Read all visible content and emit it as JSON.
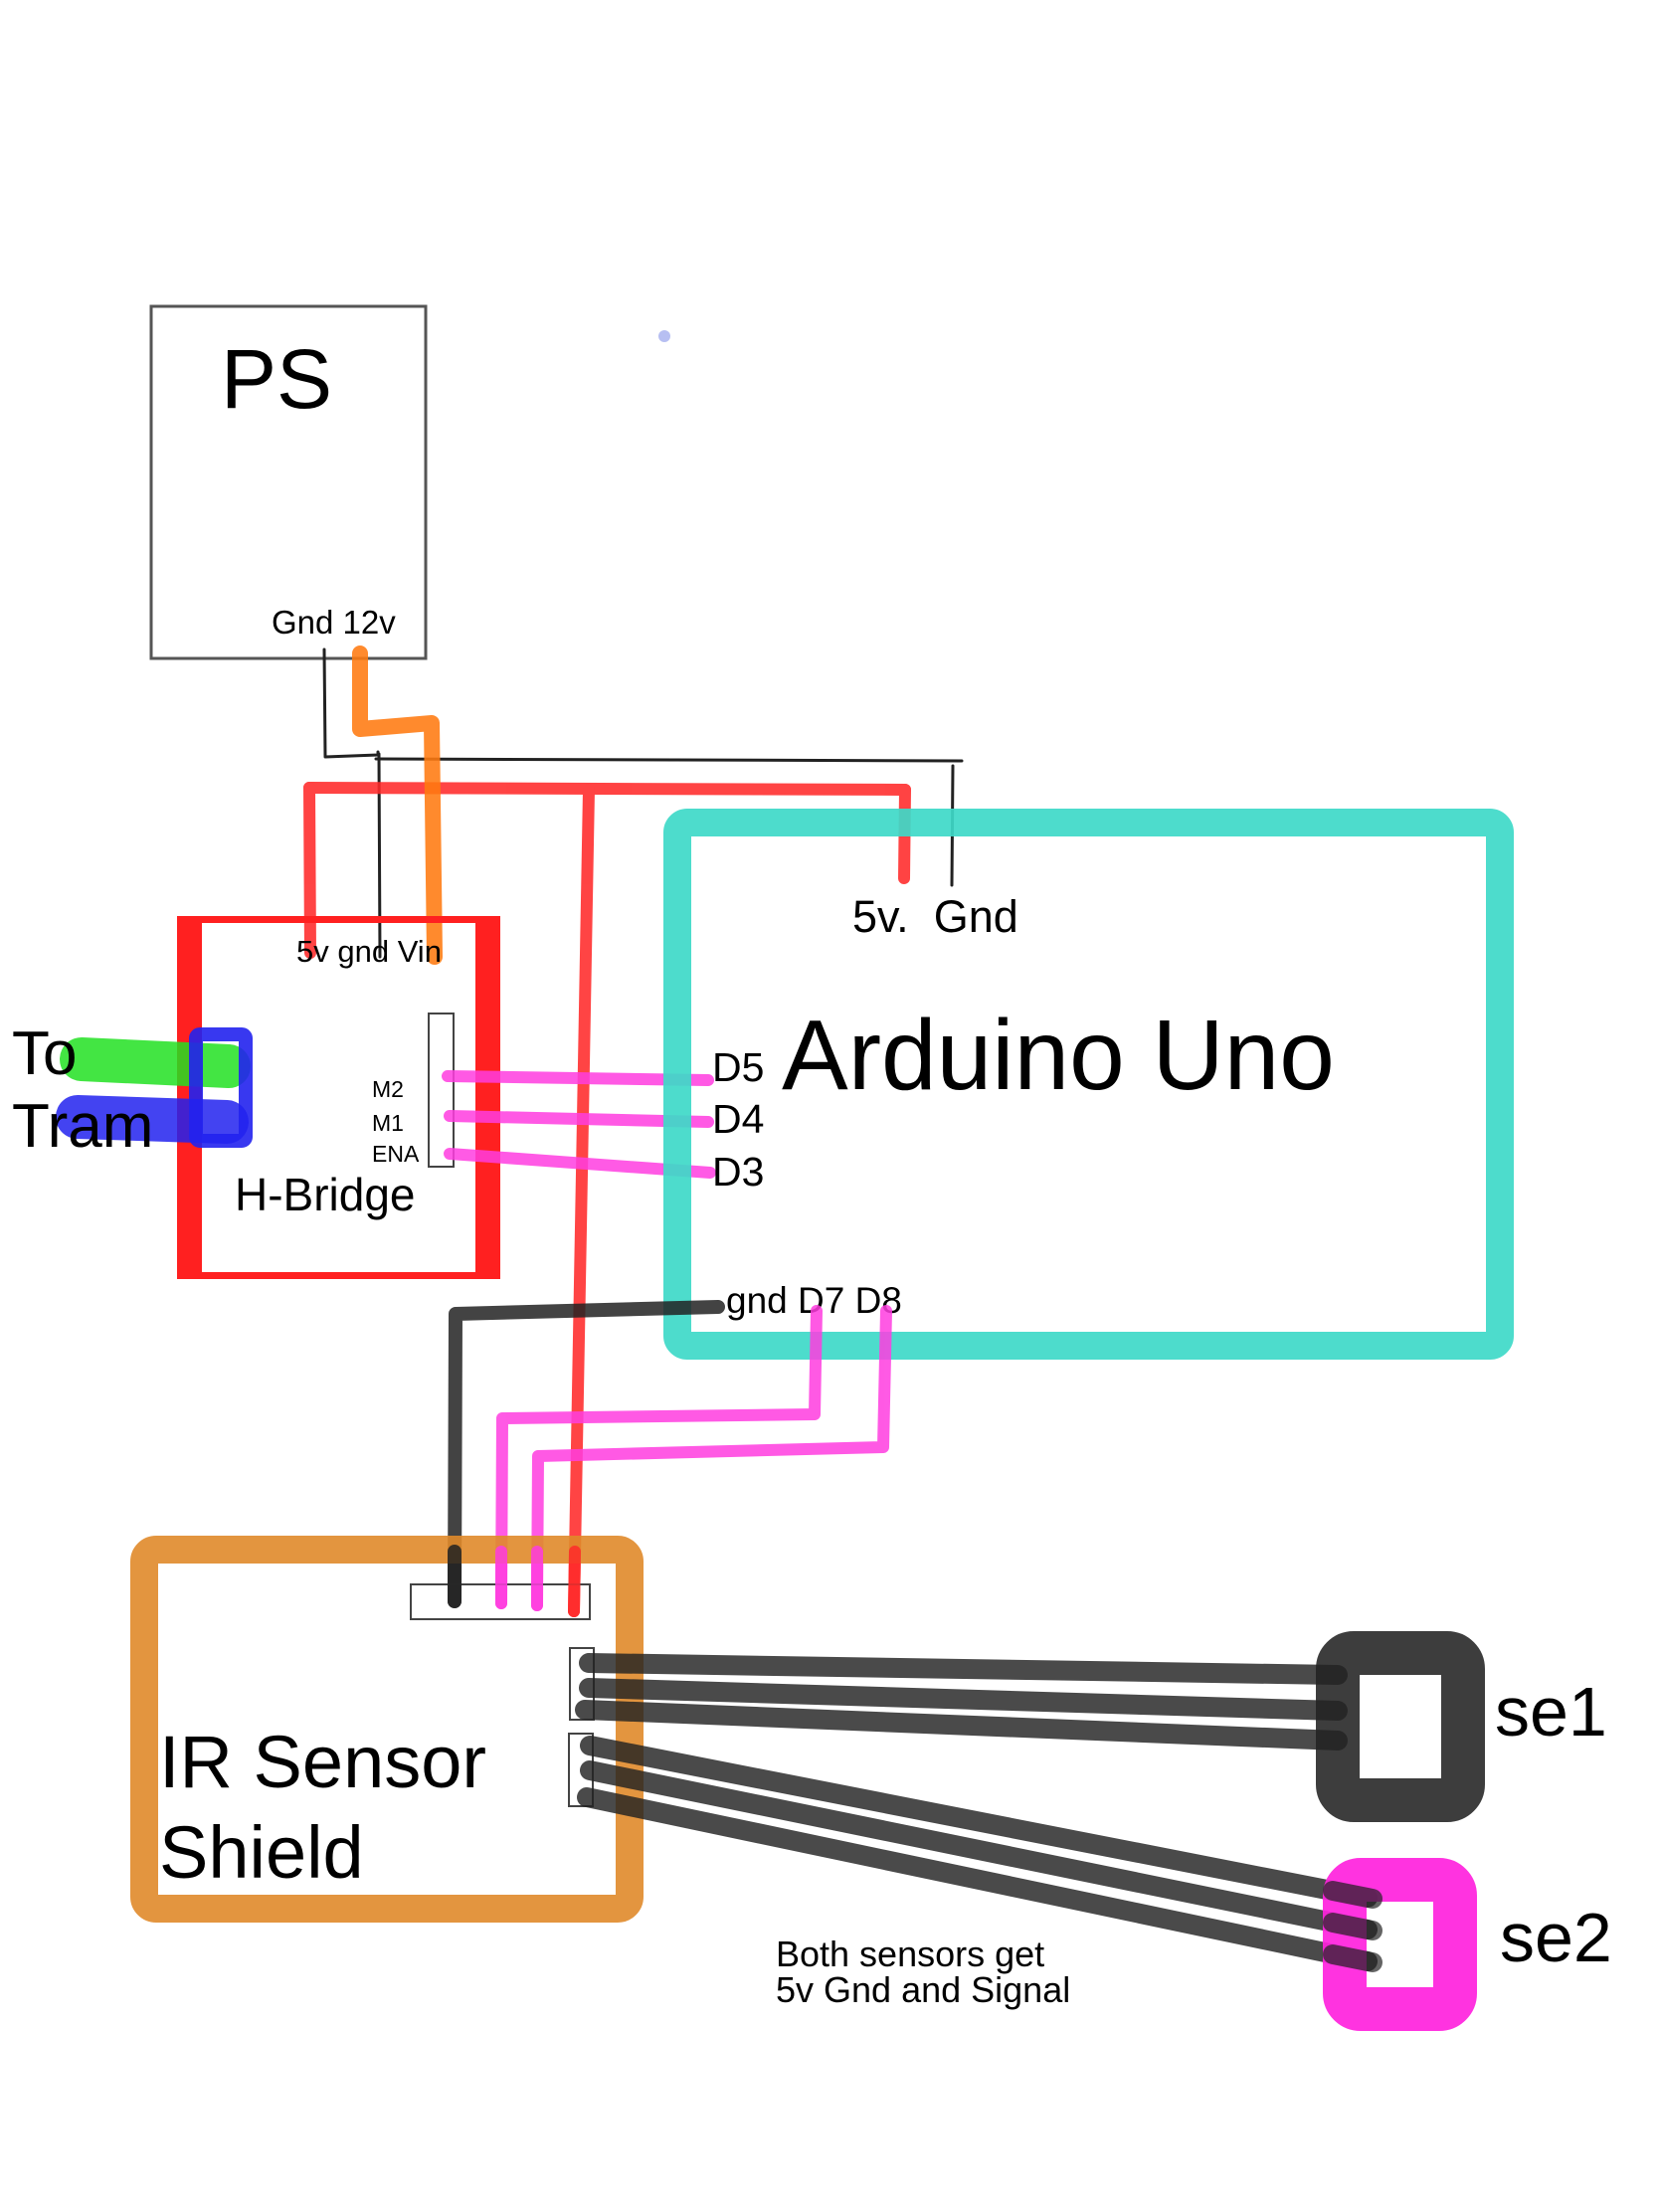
{
  "diagram": {
    "title": "Tram controller wiring sketch",
    "colors": {
      "background": "#ffffff",
      "ps_outline": "#555555",
      "hbridge_outline": "#ff2020",
      "arduino_outline": "#3ed9c8",
      "ir_shield_outline": "#e08a2a",
      "se1_outline": "#222222",
      "se2_outline": "#ff22dd",
      "wire_red": "#ff2a2a",
      "wire_orange": "#ff7a10",
      "wire_black": "#222222",
      "wire_pink": "#ff3de0",
      "tram_green": "#22e022",
      "tram_blue": "#2222ee",
      "stray_dot": "#aab4f0"
    },
    "components": {
      "power_supply": {
        "label": "PS",
        "pins_label": "Gnd 12v"
      },
      "h_bridge": {
        "label": "H-Bridge",
        "power_pins_label": "5v gnd Vin",
        "control_pins": [
          "M2",
          "M1",
          "ENA"
        ]
      },
      "arduino": {
        "label": "Arduino Uno",
        "power_pins_label": "5v.  Gnd",
        "digital_pins_left": [
          "D5",
          "D4",
          "D3"
        ],
        "bottom_pins_label": "gnd D7 D8"
      },
      "ir_shield": {
        "label_line1": "IR Sensor",
        "label_line2": "Shield"
      },
      "sensor1": {
        "label": "se1"
      },
      "sensor2": {
        "label": "se2"
      },
      "tram": {
        "label_line1": "To",
        "label_line2": "Tram"
      }
    },
    "note": {
      "line1": "Both sensors get",
      "line2": "5v Gnd and Signal"
    },
    "connections": [
      {
        "from": "PS 12v",
        "to": "H-Bridge Vin",
        "color": "orange"
      },
      {
        "from": "PS Gnd",
        "to": "H-Bridge gnd",
        "color": "black"
      },
      {
        "from": "PS Gnd",
        "to": "Arduino Gnd",
        "color": "black"
      },
      {
        "from": "Arduino 5v",
        "to": "H-Bridge 5v",
        "color": "red"
      },
      {
        "from": "Arduino 5v",
        "to": "IR Sensor Shield 5v",
        "color": "red"
      },
      {
        "from": "H-Bridge M2",
        "to": "Arduino D5",
        "color": "pink"
      },
      {
        "from": "H-Bridge M1",
        "to": "Arduino D4",
        "color": "pink"
      },
      {
        "from": "H-Bridge ENA",
        "to": "Arduino D3",
        "color": "pink"
      },
      {
        "from": "Arduino gnd",
        "to": "IR Sensor Shield gnd",
        "color": "black"
      },
      {
        "from": "Arduino D7",
        "to": "IR Sensor Shield",
        "color": "pink"
      },
      {
        "from": "Arduino D8",
        "to": "IR Sensor Shield",
        "color": "pink"
      },
      {
        "from": "IR Sensor Shield",
        "to": "se1",
        "color": "black",
        "count": 3
      },
      {
        "from": "IR Sensor Shield",
        "to": "se2",
        "color": "black",
        "count": 3
      },
      {
        "from": "H-Bridge",
        "to": "Tram",
        "color": "green"
      },
      {
        "from": "H-Bridge",
        "to": "Tram",
        "color": "blue"
      }
    ]
  }
}
